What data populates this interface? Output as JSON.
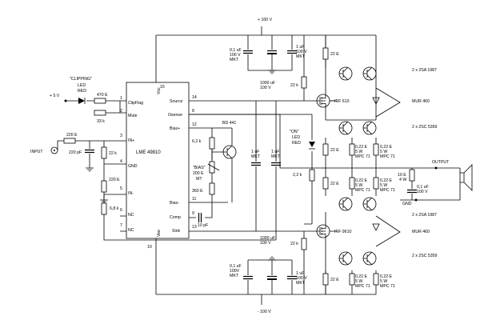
{
  "rails": {
    "vcc": "+ 100 V",
    "vee": "- 100 V"
  },
  "clipping": {
    "title": "\"CLIPPING\"",
    "led": "LED",
    "led_color": "RED",
    "r_series": "470 E",
    "r_mute": "33 k",
    "supply": "+ 5 V"
  },
  "input": {
    "label": "INPUT",
    "r_in": "220 E",
    "c_in": "220 pF",
    "r_gnd": "22 k",
    "r_nf": "220 E",
    "r_fb": "6,8 k"
  },
  "chip": {
    "name": "LME 49810",
    "pins": {
      "clip": "ClipFlag",
      "mute": "Mute",
      "inp": "IN+",
      "gnd": "GND",
      "inm": "IN-",
      "nc1": "NC",
      "nc2": "NC",
      "source": "Source",
      "osense": "Osense",
      "biasp": "Bias+",
      "biasm": "Bias-",
      "comp": "Comp",
      "sink": "Sink",
      "vcc": "Vcc",
      "vee": "Vee"
    },
    "pin_numbers": [
      "1",
      "2",
      "3",
      "4",
      "5",
      "6",
      "7",
      "15",
      "14",
      "8",
      "12",
      "11",
      "9",
      "13",
      "10"
    ]
  },
  "bias": {
    "transistor": "BD 441",
    "r_top": "6,2 k",
    "label": "\"BIAS\"",
    "pot": "200 E",
    "pot_type": "MT",
    "r_bot": "360 E",
    "c_comp": "10 pF"
  },
  "caps": {
    "top_small": [
      "0,1 uF",
      "100 V",
      "MKT"
    ],
    "top_mid": [
      "1 uF",
      "100 V",
      "MKT"
    ],
    "top_big": [
      "1000 uF",
      "100 V"
    ],
    "bot_small": [
      "0,1 uF",
      "100V",
      "MKT"
    ],
    "bot_mid": [
      "1 uF",
      "100 V",
      "MKT"
    ],
    "bot_big": [
      "1000 uF",
      "100 V"
    ],
    "mid_pair_left": [
      "1 uF",
      "MKT"
    ],
    "mid_pair_right": [
      "1 uF",
      "MKT"
    ]
  },
  "drivers": {
    "r_gate_top": "22 k",
    "r_gate_bot": "22 k",
    "mosfet_top": "IRF 610",
    "mosfet_bot": "IRF 9610",
    "on_label": "\"ON\"",
    "on_led": "LED",
    "on_color": "RED",
    "r_led": "2,2 k"
  },
  "output": {
    "r_emitter": "22 E",
    "r_ballast": [
      "0,22 E",
      "5 W",
      "MPC 71"
    ],
    "diode": "MUR 460",
    "pnp": "2 x 2SA 1987",
    "npn": "2 x 2SC 5359",
    "zobel_r": [
      "10 E",
      "4 W"
    ],
    "zobel_c": [
      "0,1 uF",
      "100 V"
    ],
    "label": "OUTPUT",
    "gnd": "GND"
  }
}
